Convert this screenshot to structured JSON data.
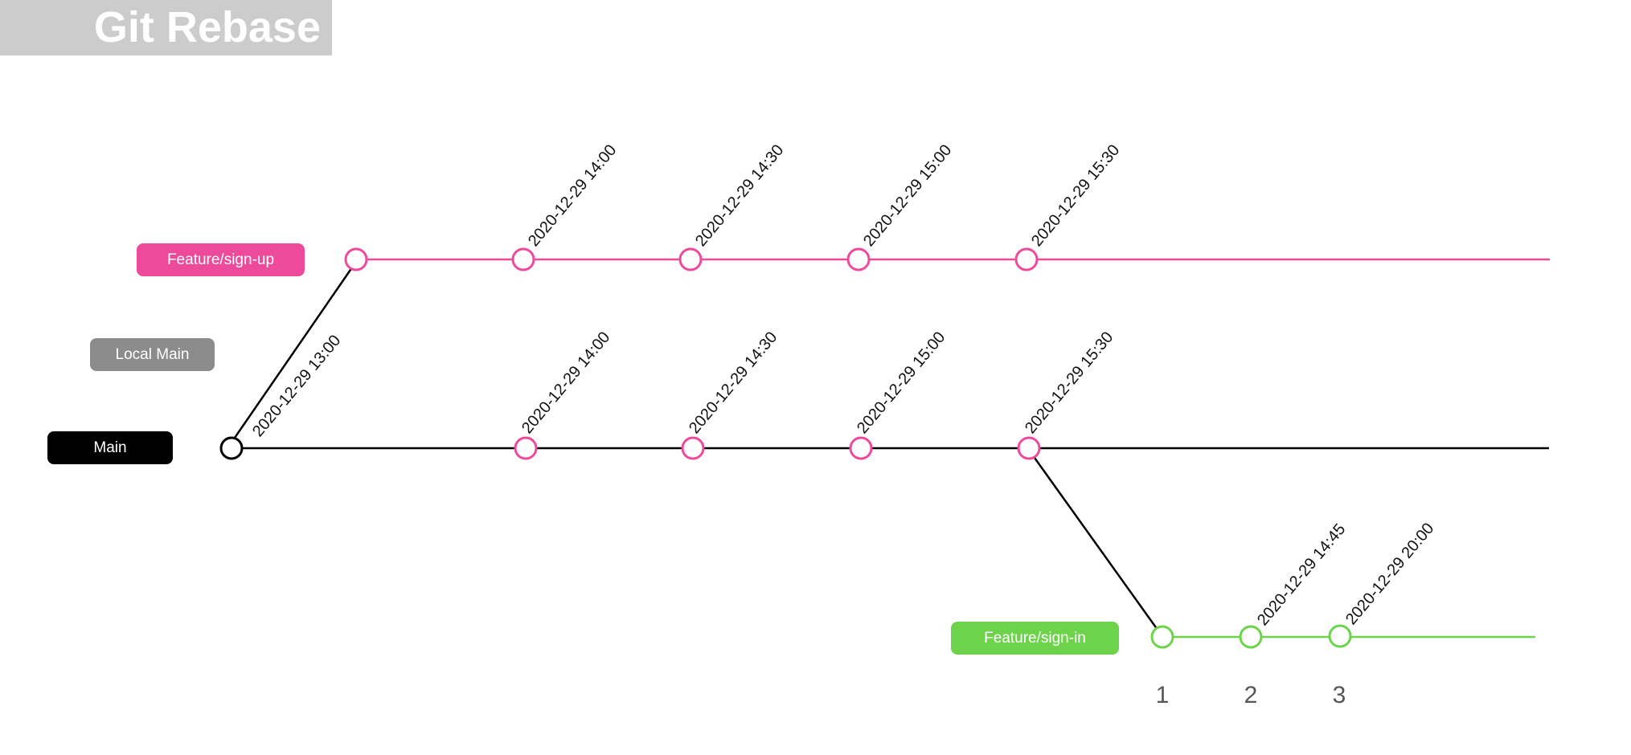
{
  "title": "Git Rebase",
  "colors": {
    "main": "#000000",
    "local_main": "#8c8c8c",
    "feature_sign_up": "#ee4a9c",
    "feature_sign_in": "#6dd34a",
    "title_bg": "#cccccc"
  },
  "branches": {
    "feature_sign_up": "Feature/sign-up",
    "local_main": "Local Main",
    "main": "Main",
    "feature_sign_in": "Feature/sign-in"
  },
  "commits": {
    "main_root": "2020-12-29 13:00",
    "sign_up": [
      "2020-12-29 14:00",
      "2020-12-29 14:30",
      "2020-12-29 15:00",
      "2020-12-29 15:30"
    ],
    "main": [
      "2020-12-29 14:00",
      "2020-12-29 14:30",
      "2020-12-29 15:00",
      "2020-12-29 15:30"
    ],
    "sign_in": [
      "2020-12-29 14:45",
      "2020-12-29 20:00"
    ]
  },
  "steps": [
    "1",
    "2",
    "3"
  ]
}
